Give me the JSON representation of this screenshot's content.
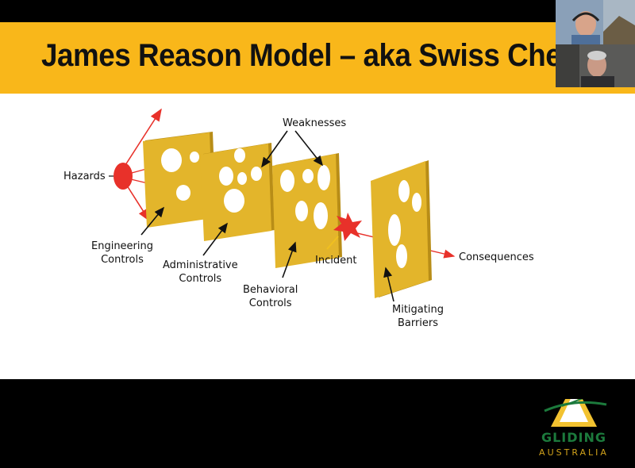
{
  "slide": {
    "title": "James Reason Model – aka Swiss Chees",
    "labels": {
      "hazards": "Hazards",
      "weaknesses": "Weaknesses",
      "engineering_1": "Engineering",
      "engineering_2": "Controls",
      "administrative_1": "Administrative",
      "administrative_2": "Controls",
      "behavioral_1": "Behavioral",
      "behavioral_2": "Controls",
      "incident": "Incident",
      "consequences": "Consequences",
      "mitigating_1": "Mitigating",
      "mitigating_2": "Barriers"
    }
  },
  "logo": {
    "line1": "GLIDING",
    "line2": "AUSTRALIA"
  },
  "participants": [
    {
      "icon": "participant-video-1"
    },
    {
      "icon": "participant-video-2"
    }
  ],
  "colors": {
    "band": "#f9b71a",
    "cheese": "#e3b52b",
    "arrow": "#e8312a"
  }
}
